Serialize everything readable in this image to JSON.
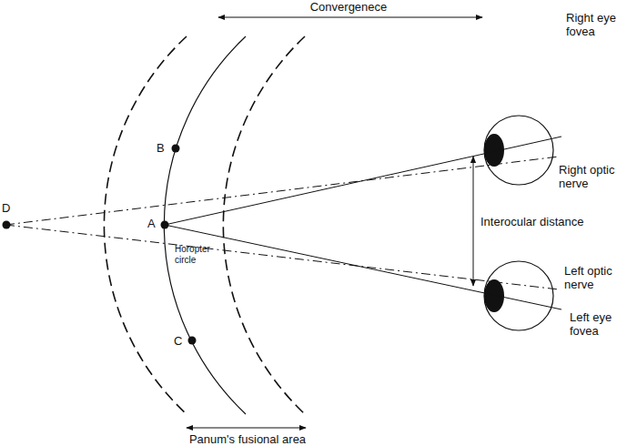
{
  "diagram": {
    "labels": [
      "Convergenece",
      "B",
      "A",
      "Horopter circle",
      "C",
      "D",
      "Right eye fovea",
      "Right optic nerve",
      "Interocular distance",
      "Left optic nerve",
      "Left eye fovea",
      "Panum's fusional area"
    ]
  }
}
